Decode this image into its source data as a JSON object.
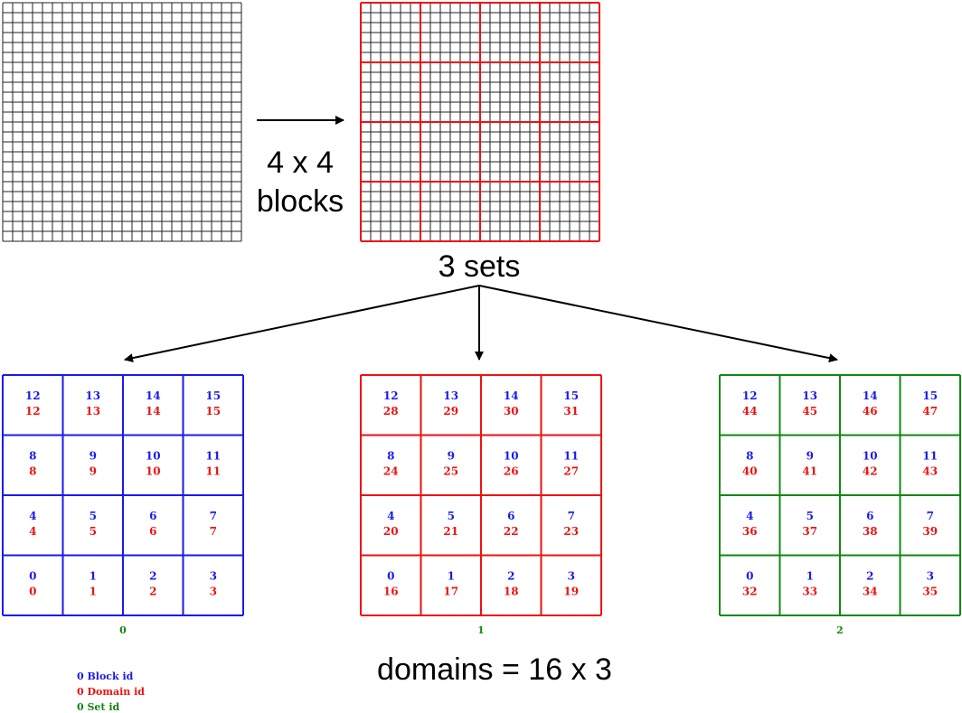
{
  "labels": {
    "blocks_line1": "4 x 4",
    "blocks_line2": "blocks",
    "sets": "3 sets",
    "domains": "domains = 16 x 3"
  },
  "colors": {
    "grid": "#222222",
    "red": "#ee1111",
    "blue": "#1a1aee",
    "green": "#118811"
  },
  "sets": [
    {
      "set_id": "0",
      "color": "#1a1aee",
      "block_ids": [
        "0",
        "1",
        "2",
        "3",
        "4",
        "5",
        "6",
        "7",
        "8",
        "9",
        "10",
        "11",
        "12",
        "13",
        "14",
        "15"
      ],
      "domain_ids": [
        "0",
        "1",
        "2",
        "3",
        "4",
        "5",
        "6",
        "7",
        "8",
        "9",
        "10",
        "11",
        "12",
        "13",
        "14",
        "15"
      ]
    },
    {
      "set_id": "1",
      "color": "#ee1111",
      "block_ids": [
        "0",
        "1",
        "2",
        "3",
        "4",
        "5",
        "6",
        "7",
        "8",
        "9",
        "10",
        "11",
        "12",
        "13",
        "14",
        "15"
      ],
      "domain_ids": [
        "16",
        "17",
        "18",
        "19",
        "20",
        "21",
        "22",
        "23",
        "24",
        "25",
        "26",
        "27",
        "28",
        "29",
        "30",
        "31"
      ]
    },
    {
      "set_id": "2",
      "color": "#118811",
      "block_ids": [
        "0",
        "1",
        "2",
        "3",
        "4",
        "5",
        "6",
        "7",
        "8",
        "9",
        "10",
        "11",
        "12",
        "13",
        "14",
        "15"
      ],
      "domain_ids": [
        "32",
        "33",
        "34",
        "35",
        "36",
        "37",
        "38",
        "39",
        "40",
        "41",
        "42",
        "43",
        "44",
        "45",
        "46",
        "47"
      ]
    }
  ],
  "legend": [
    {
      "text": "0 Block id",
      "color": "#1a1aee"
    },
    {
      "text": "0 Domain id",
      "color": "#ee1111"
    },
    {
      "text": "0 Set id",
      "color": "#118811"
    }
  ]
}
